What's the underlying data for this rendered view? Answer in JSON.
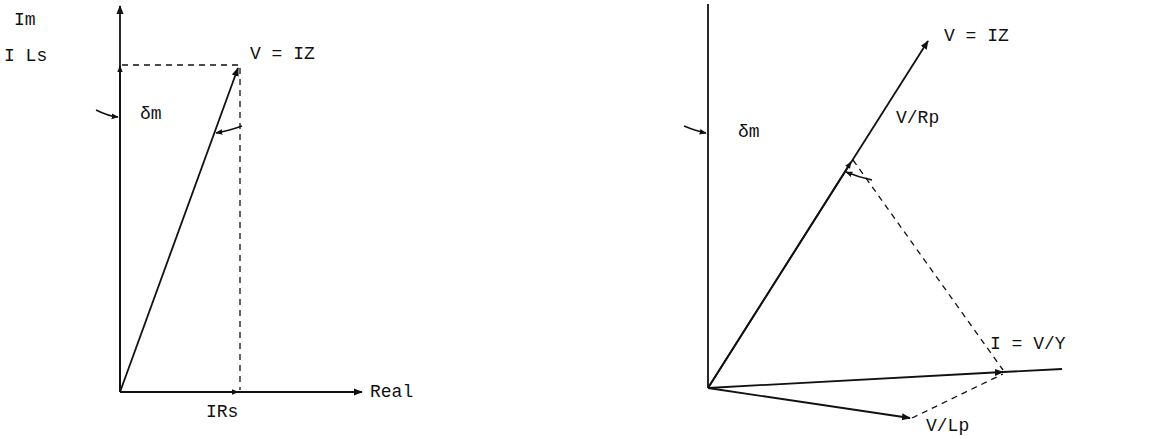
{
  "diagram": {
    "labels": [
      "Im",
      "I Ls",
      "V = IZ",
      "δm",
      "IRs",
      "Real",
      "V = IZ",
      "V/Rp",
      "δm",
      "I = V/Y",
      "V/Lp"
    ]
  }
}
